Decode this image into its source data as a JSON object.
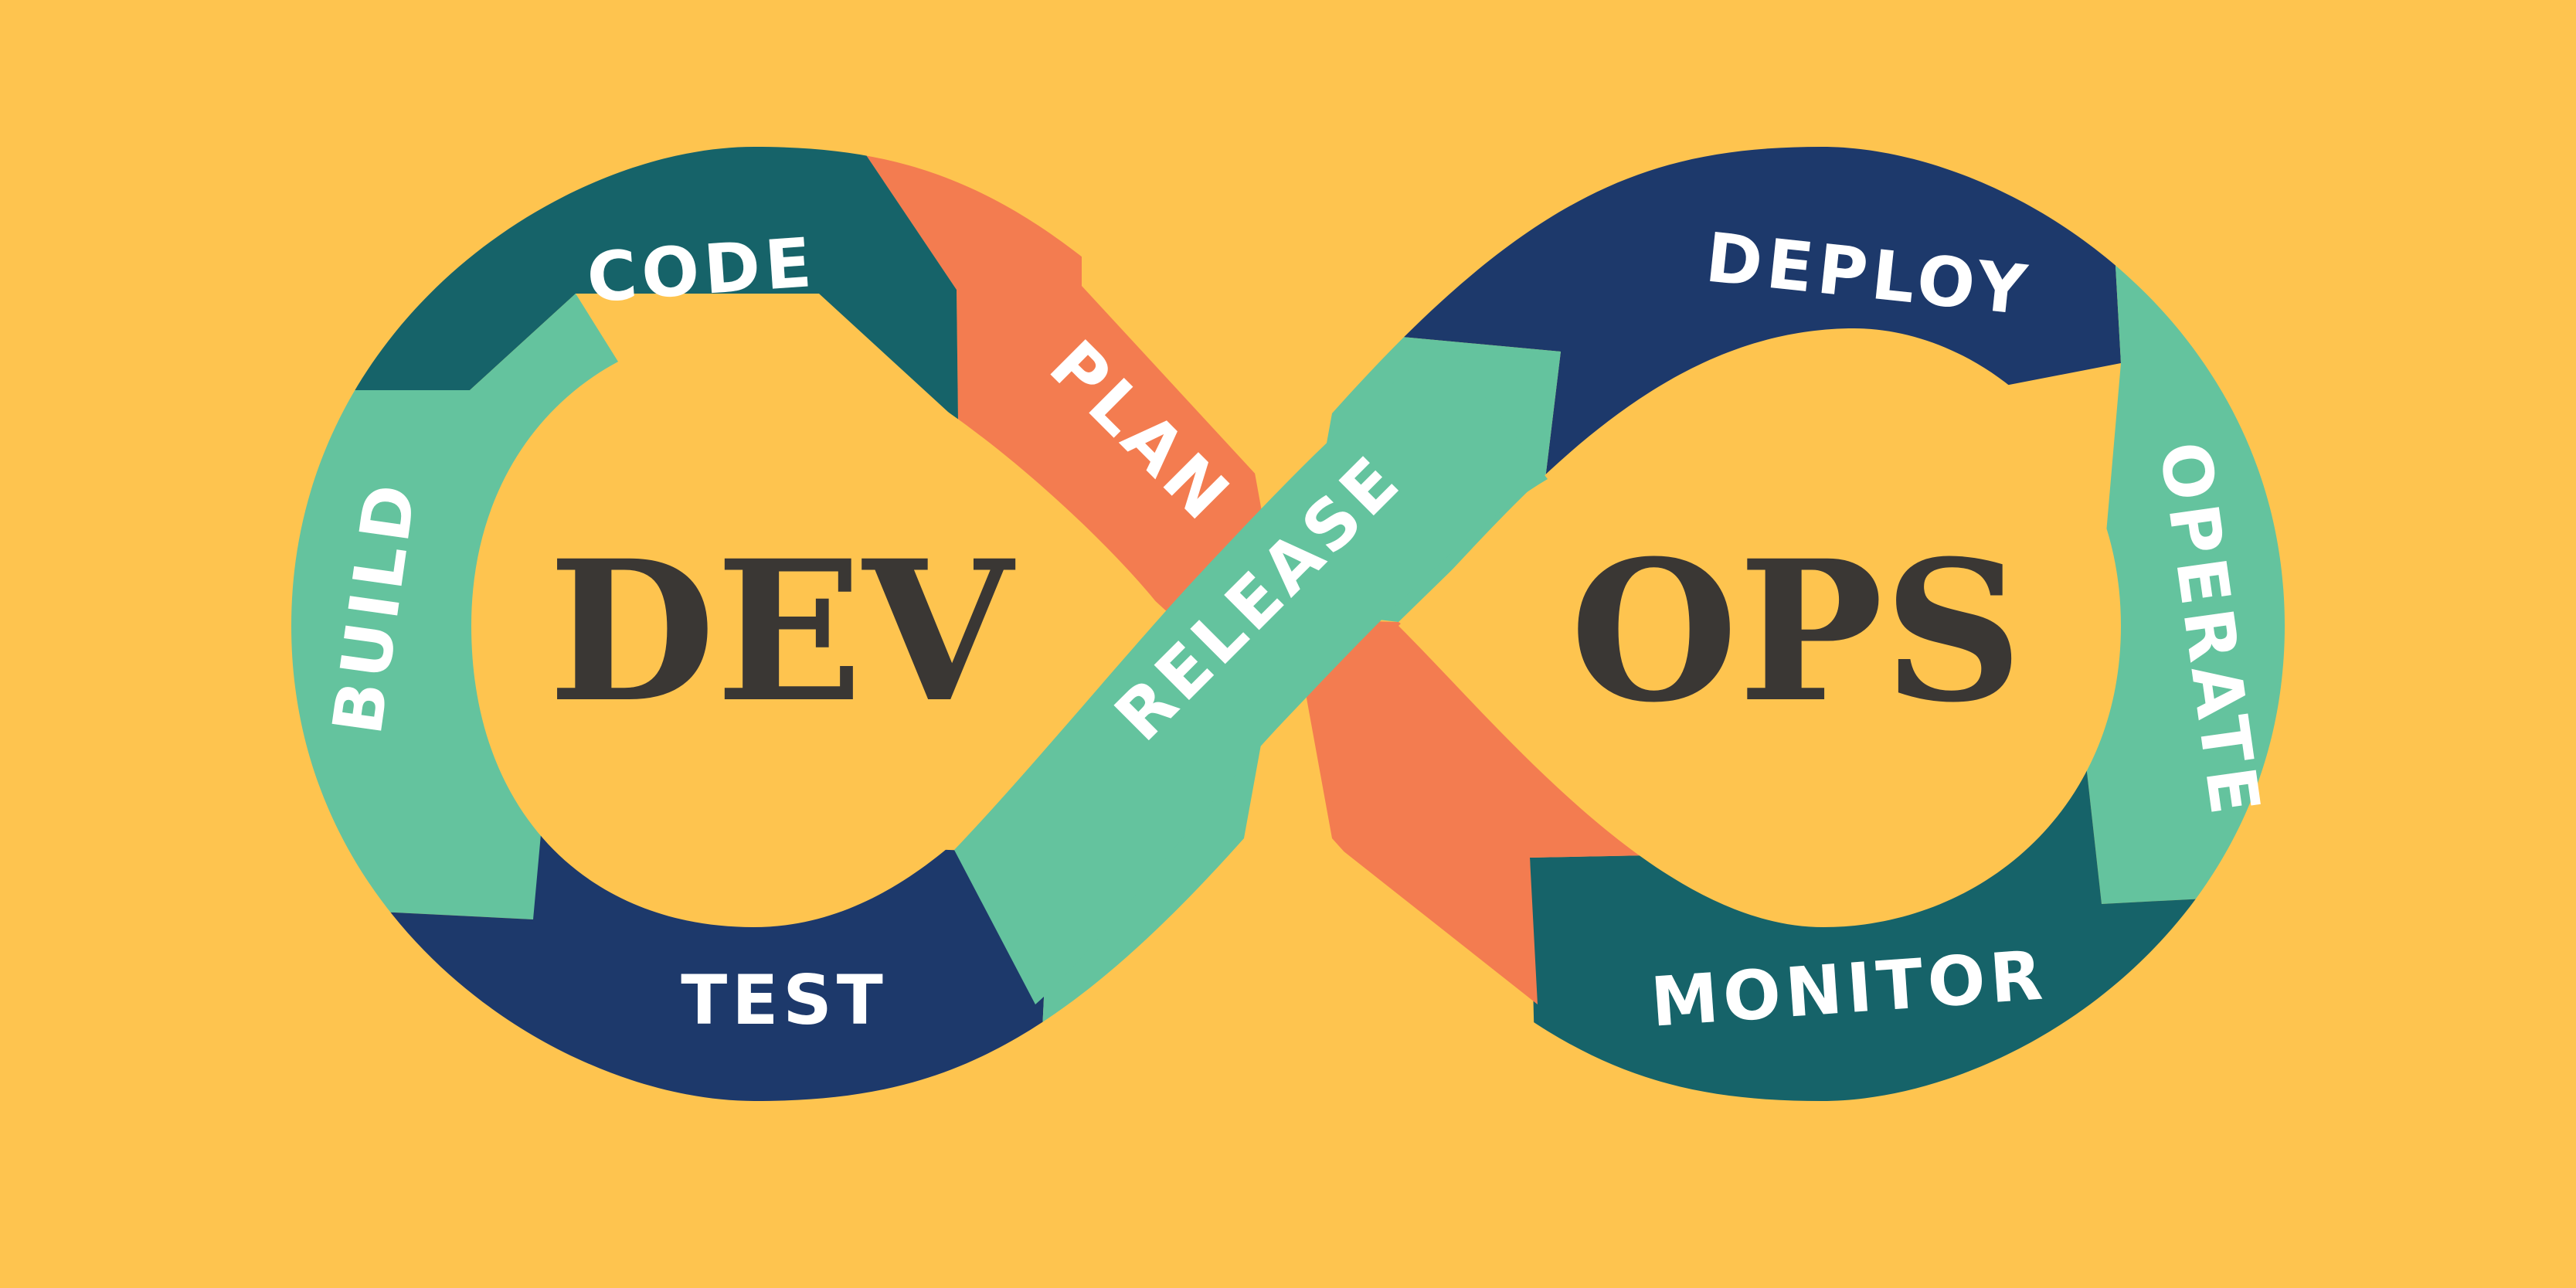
{
  "colors": {
    "background": "#FEC44F",
    "teal": "#166369",
    "mint": "#64C39E",
    "navy": "#1D396B",
    "coral": "#F37C50",
    "label_text": "#FFFFFF",
    "hub_text": "#3A3734"
  },
  "hubs": {
    "dev": "DEV",
    "ops": "OPS"
  },
  "stages": {
    "plan": "PLAN",
    "code": "CODE",
    "build": "BUILD",
    "test": "TEST",
    "release": "RELEASE",
    "deploy": "DEPLOY",
    "operate": "OPERATE",
    "monitor": "MONITOR"
  }
}
